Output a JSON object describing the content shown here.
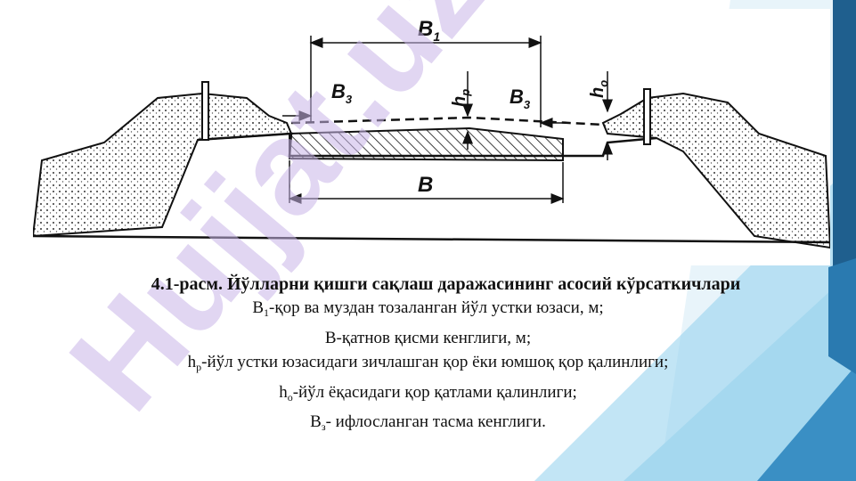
{
  "figure": {
    "labels": {
      "b1": "B",
      "b1_sub": "1",
      "b": "B",
      "b3_left": "B",
      "b3_left_sub": "3",
      "b3_right": "B",
      "b3_right_sub": "3",
      "hp": "h",
      "hp_sub": "p",
      "ho": "h",
      "ho_sub": "o"
    }
  },
  "watermark": {
    "text": "Hujjat.uz",
    "color": "#c9b6e8"
  },
  "caption": {
    "title": "4.1-расм. Йўлларни қишги сақлаш даражасининг асосий кўрсаткичлари",
    "lines": [
      {
        "sym": "B",
        "sub": "1",
        "text": "-қор ва муздан тозаланган йўл устки юзаси, м;"
      },
      {
        "sym": "B",
        "sub": "",
        "text": "-қатнов қисми кенглиги, м;"
      },
      {
        "sym": "h",
        "sub": "p",
        "text": "-йўл устки юзасидаги зичлашган қор ёки юмшоқ қор қалинлиги;"
      },
      {
        "sym": "h",
        "sub": "o",
        "text": "-йўл ёқасидаги қор қатлами қалинлиги;"
      },
      {
        "sym": "B",
        "sub": "з",
        "text": "- ифлосланган тасма кенглиги."
      }
    ]
  },
  "colors": {
    "accent_dark": "#1f5f8e",
    "accent_mid": "#3a8fc4",
    "accent_light": "#8fd0ec"
  }
}
